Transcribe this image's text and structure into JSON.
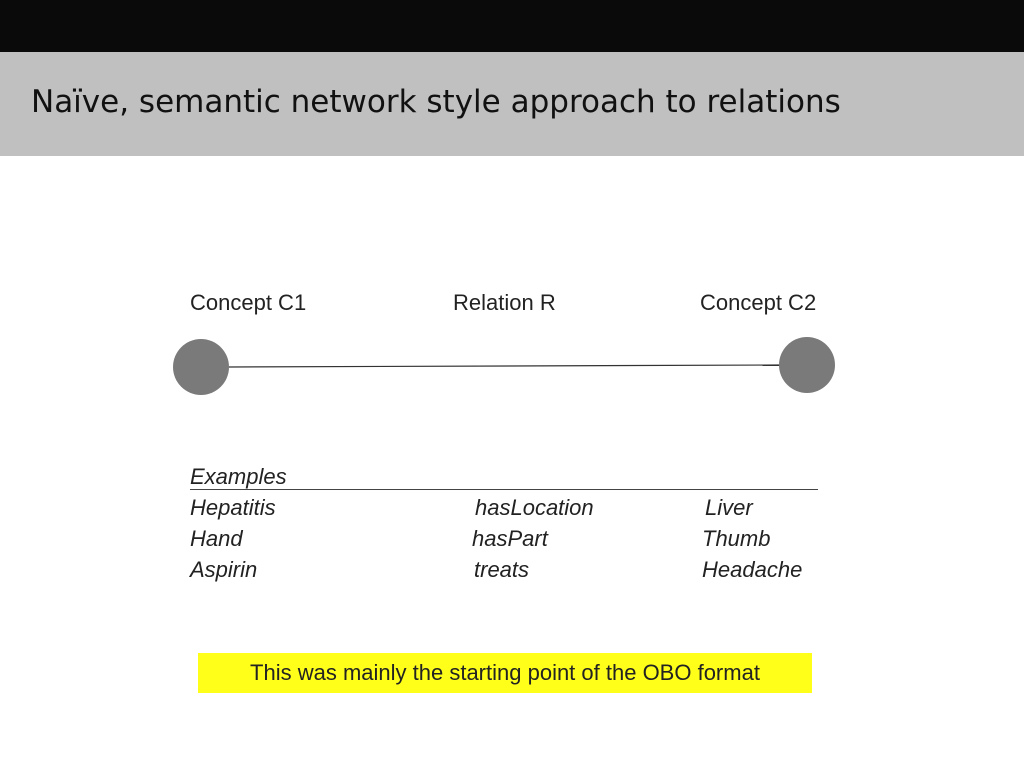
{
  "slide": {
    "title": "Naïve, semantic network style approach to relations"
  },
  "diagram": {
    "labels": {
      "concept1": "Concept C1",
      "relation": "Relation R",
      "concept2": "Concept C2"
    },
    "colors": {
      "node": "#7a7a7a",
      "edge": "#333333"
    }
  },
  "examples": {
    "heading": "Examples",
    "rows": [
      {
        "c1": "Hepatitis",
        "rel": "hasLocation",
        "c2": "Liver"
      },
      {
        "c1": "Hand",
        "rel": "hasPart",
        "c2": "Thumb"
      },
      {
        "c1": "Aspirin",
        "rel": "treats",
        "c2": "Headache"
      }
    ]
  },
  "note": {
    "text": "This was mainly the starting point of the OBO format",
    "highlight_color": "#ffff1a"
  }
}
